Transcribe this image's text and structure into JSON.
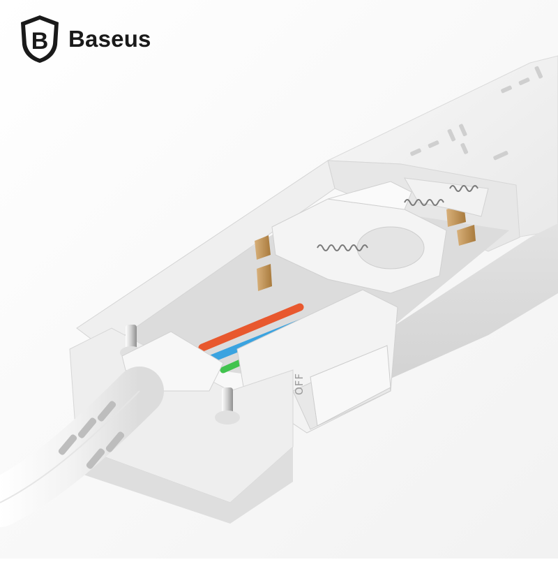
{
  "brand": {
    "name": "Baseus",
    "logo_letter": "B"
  },
  "switch": {
    "off_label": "OFF"
  },
  "colors": {
    "background": "#ffffff",
    "housing": "#ececec",
    "wire_red": "#e8582e",
    "wire_blue": "#3aa3e0",
    "wire_green": "#41c34e",
    "brass": "#c69a5a",
    "logo": "#1a1a1a"
  }
}
